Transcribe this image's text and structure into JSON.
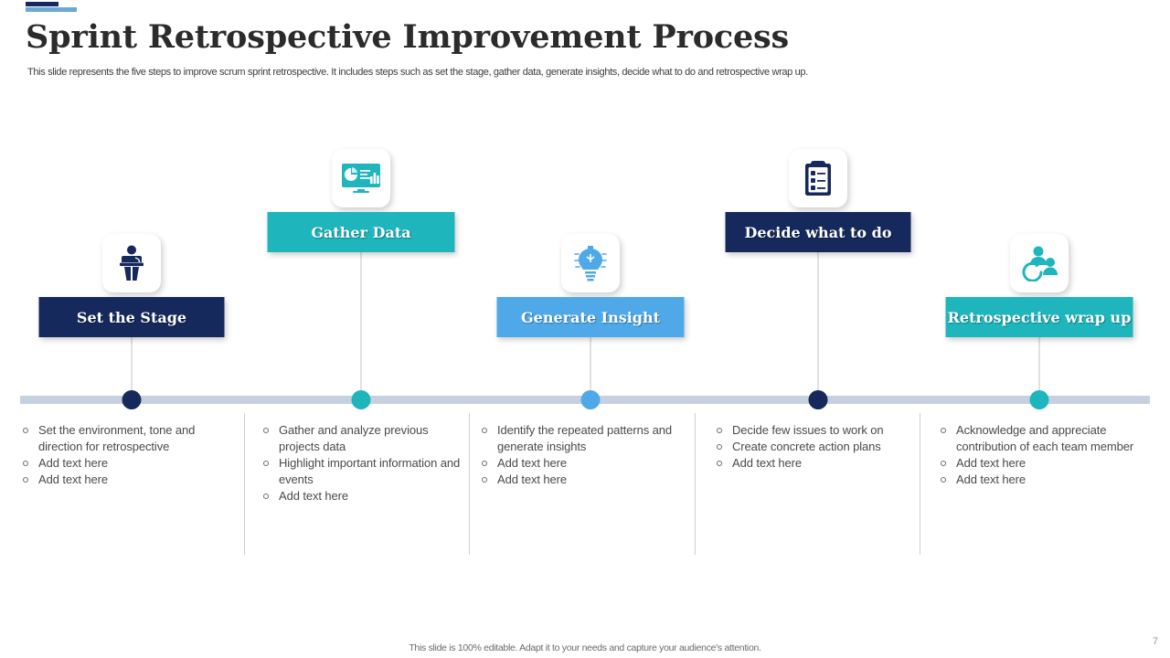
{
  "header": {
    "title": "Sprint Retrospective Improvement  Process",
    "subtitle": "This slide represents the five steps to improve scrum sprint retrospective. It includes steps such as set the stage, gather data, generate insights, decide what to do and retrospective wrap up.",
    "accent_dark": "#16295c",
    "accent_light": "#6aa9d4"
  },
  "colors": {
    "navy": "#16295c",
    "teal": "#1eb5bd",
    "blue": "#4fa9e8",
    "timeline": "#c5d0e0",
    "separator": "#cfcfcf"
  },
  "steps": [
    {
      "label": "Set the Stage",
      "color": "#16295c",
      "icon": "presenter-podium-icon",
      "bullets": [
        "Set the environment, tone and direction for retrospective",
        "Add text here",
        "Add text here"
      ]
    },
    {
      "label": "Gather Data",
      "color": "#1eb5bd",
      "icon": "dashboard-analytics-icon",
      "bullets": [
        "Gather and analyze previous projects data",
        "Highlight important information and events",
        "Add text here"
      ]
    },
    {
      "label": "Generate Insight",
      "color": "#4fa9e8",
      "icon": "lightbulb-idea-icon",
      "bullets": [
        "Identify the repeated patterns and generate insights",
        "Add text here",
        "Add text here"
      ]
    },
    {
      "label": "Decide what to do",
      "color": "#16295c",
      "icon": "clipboard-checklist-icon",
      "bullets": [
        "Decide few issues to work on",
        "Create concrete action plans",
        "Add text here"
      ]
    },
    {
      "label": "Retrospective wrap up",
      "color": "#1eb5bd",
      "icon": "team-cycle-icon",
      "bullets": [
        "Acknowledge and appreciate contribution of each team member",
        "Add text here",
        "Add text here"
      ]
    }
  ],
  "footer": {
    "note": "This slide is 100% editable. Adapt it to your needs and capture your audience's attention.",
    "page_number": "7"
  }
}
